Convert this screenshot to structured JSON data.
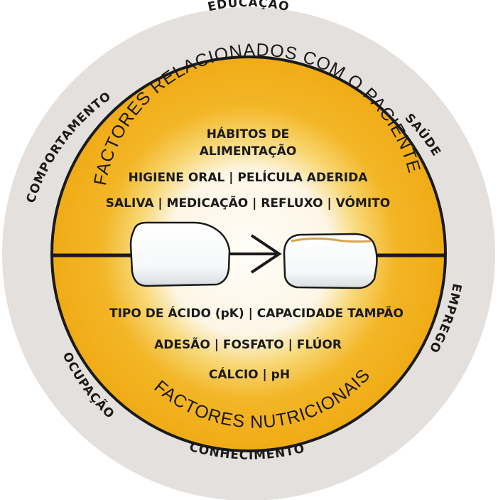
{
  "outer_ring": {
    "top": "EDUCAÇÃO",
    "upper_left": "COMPORTAMENTO",
    "upper_right": "SAÚDE",
    "right": "EMPREGO",
    "lower_left": "OCUPAÇÃO",
    "bottom": "CONHECIMENTO"
  },
  "inner": {
    "top_arc": "FACTORES RELACIONADOS COM O PACIENTE",
    "patient_lines": [
      "HÁBITOS DE",
      "ALIMENTAÇÃO",
      "HIGIENE ORAL | PELÍCULA ADERIDA",
      "SALIVA | MEDICAÇÃO | REFLUXO | VÓMITO"
    ],
    "nutrition_lines": [
      "TIPO DE ÁCIDO (pK) | CAPACIDADE TAMPÃO",
      "ADESÃO | FOSFATO | FLÚOR",
      "CÁLCIO | pH"
    ],
    "bottom_arc": "FACTORES NUTRICIONAIS"
  },
  "colors": {
    "outer_ring": "#e3e0dd",
    "gold": "#f2b01e",
    "light_center": "#fdfbf6",
    "outline": "#1a1a1a"
  },
  "icons": [
    "healthy-tooth-icon",
    "eroded-tooth-icon",
    "arrow-right-icon"
  ]
}
